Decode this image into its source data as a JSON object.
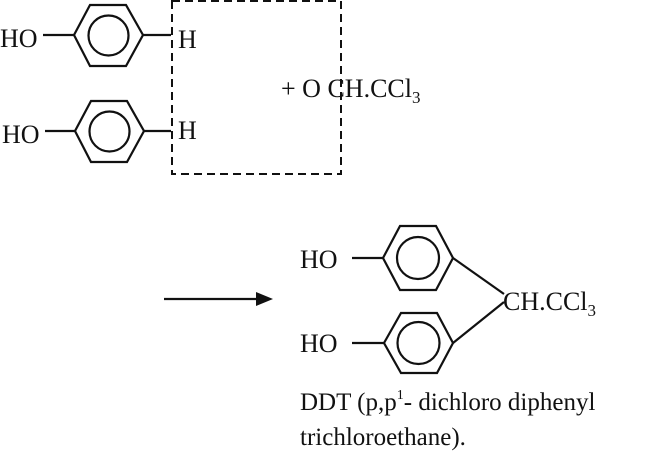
{
  "reactant1": {
    "substituent": "HO",
    "hydrogen": "H"
  },
  "reactant2": {
    "substituent": "HO",
    "hydrogen": "H"
  },
  "reagent": {
    "prefix": "+ O ",
    "group": "CH.CCl",
    "subscript": "3"
  },
  "product": {
    "substituent_top": "HO",
    "substituent_bottom": "HO",
    "group": "CH.CCl",
    "subscript": "3"
  },
  "caption": {
    "line1_a": "DDT (p,p",
    "line1_sup": "1",
    "line1_b": "- dichloro diphenyl",
    "line2": "trichloroethane)."
  }
}
